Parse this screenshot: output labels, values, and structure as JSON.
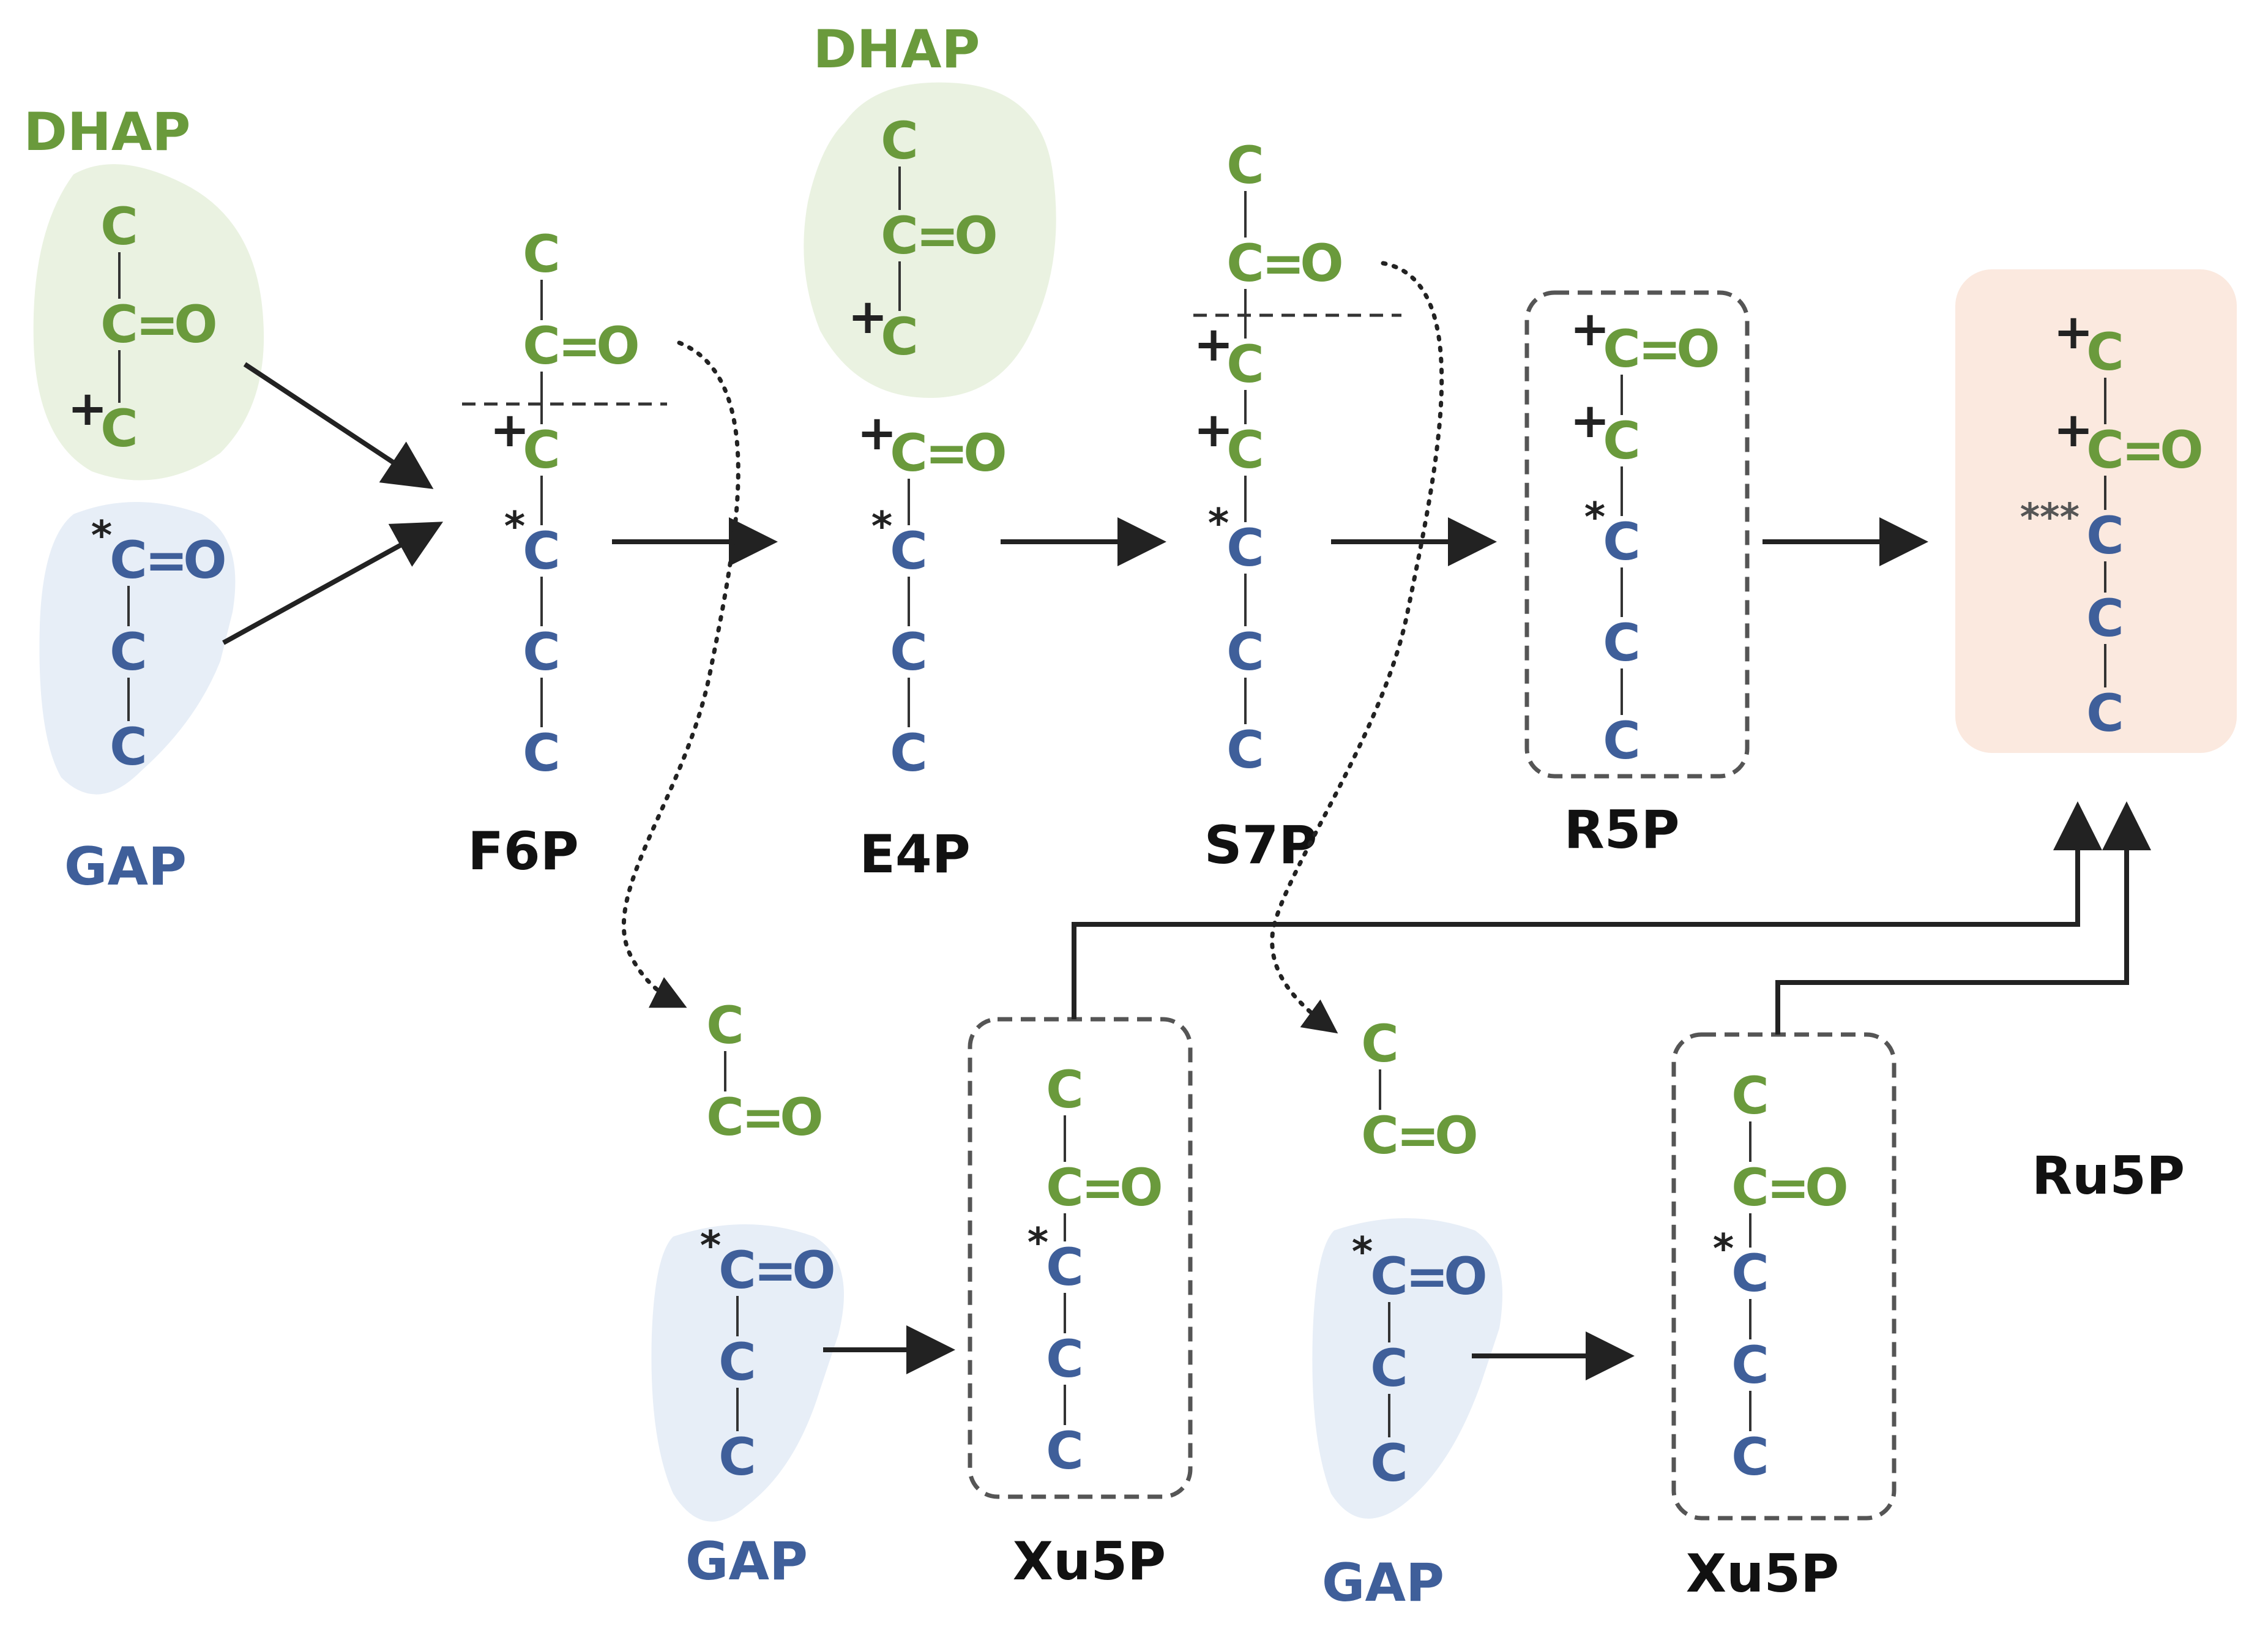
{
  "colors": {
    "green": "#6a9a3c",
    "blue": "#3f5f9a",
    "dark": "#222222",
    "gray_dark": "#555555",
    "green_bg": "#eaf2e1",
    "blue_bg": "#e7eef7",
    "peach_bg": "#fbe9df"
  },
  "symbols": {
    "carbon": "C",
    "oxygen": "O",
    "double_bond": "=",
    "plus": "+",
    "star": "*",
    "triple_star": "***"
  },
  "labels": {
    "dhap_top_left": "DHAP",
    "dhap_top_mid": "DHAP",
    "gap_top_left": "GAP",
    "f6p": "F6P",
    "e4p": "E4P",
    "s7p": "S7P",
    "r5p": "R5P",
    "ru5p": "Ru5P",
    "gap_bottom_1": "GAP",
    "xu5p_1": "Xu5P",
    "gap_bottom_2": "GAP",
    "xu5p_2": "Xu5P"
  }
}
